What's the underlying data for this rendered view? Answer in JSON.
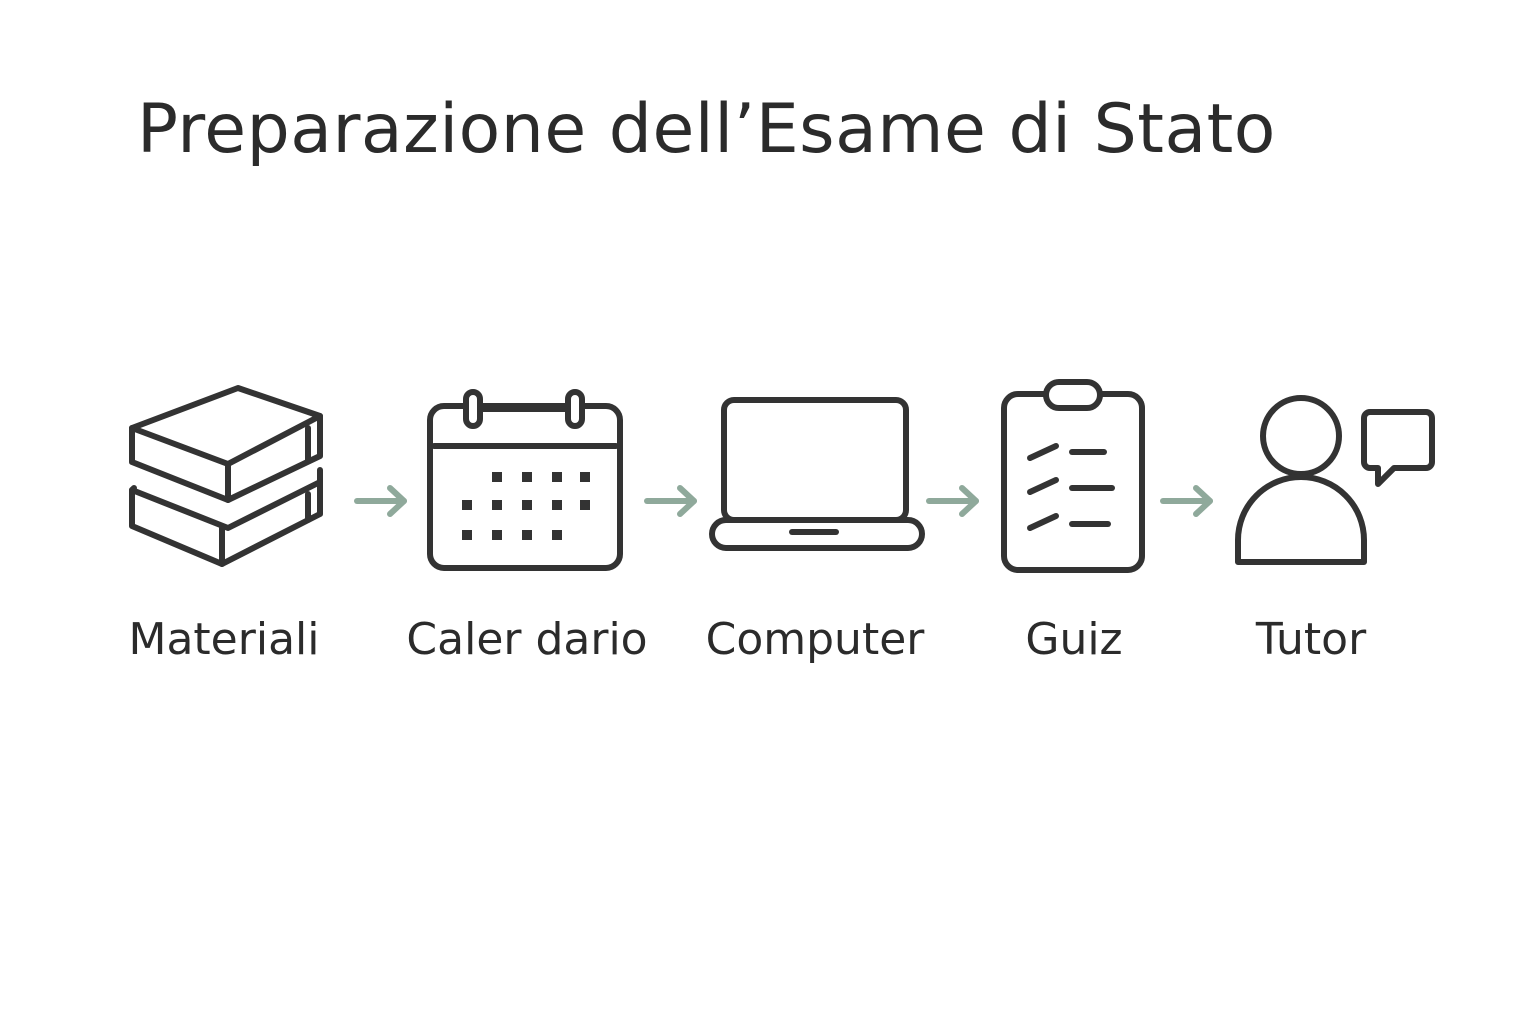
{
  "title": "Preparazione dell’Esame di Stato",
  "steps": [
    {
      "label": "Materiali",
      "icon": "books-icon"
    },
    {
      "label": "Caler dario",
      "icon": "calendar-icon"
    },
    {
      "label": "Computer",
      "icon": "laptop-icon"
    },
    {
      "label": "Guiz",
      "icon": "clipboard-icon"
    },
    {
      "label": "Tutor",
      "icon": "person-chat-icon"
    }
  ],
  "colors": {
    "text": "#2b2b2b",
    "icon_stroke": "#333333",
    "arrow": "#8fa99b",
    "background": "#ffffff"
  }
}
